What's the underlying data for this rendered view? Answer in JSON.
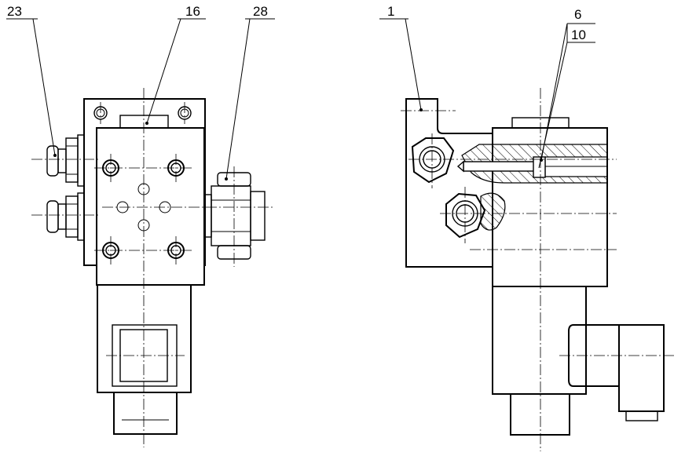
{
  "labels": {
    "part_23": "23",
    "part_16": "16",
    "part_28": "28",
    "part_1": "1",
    "part_6": "6",
    "part_10": "10"
  }
}
